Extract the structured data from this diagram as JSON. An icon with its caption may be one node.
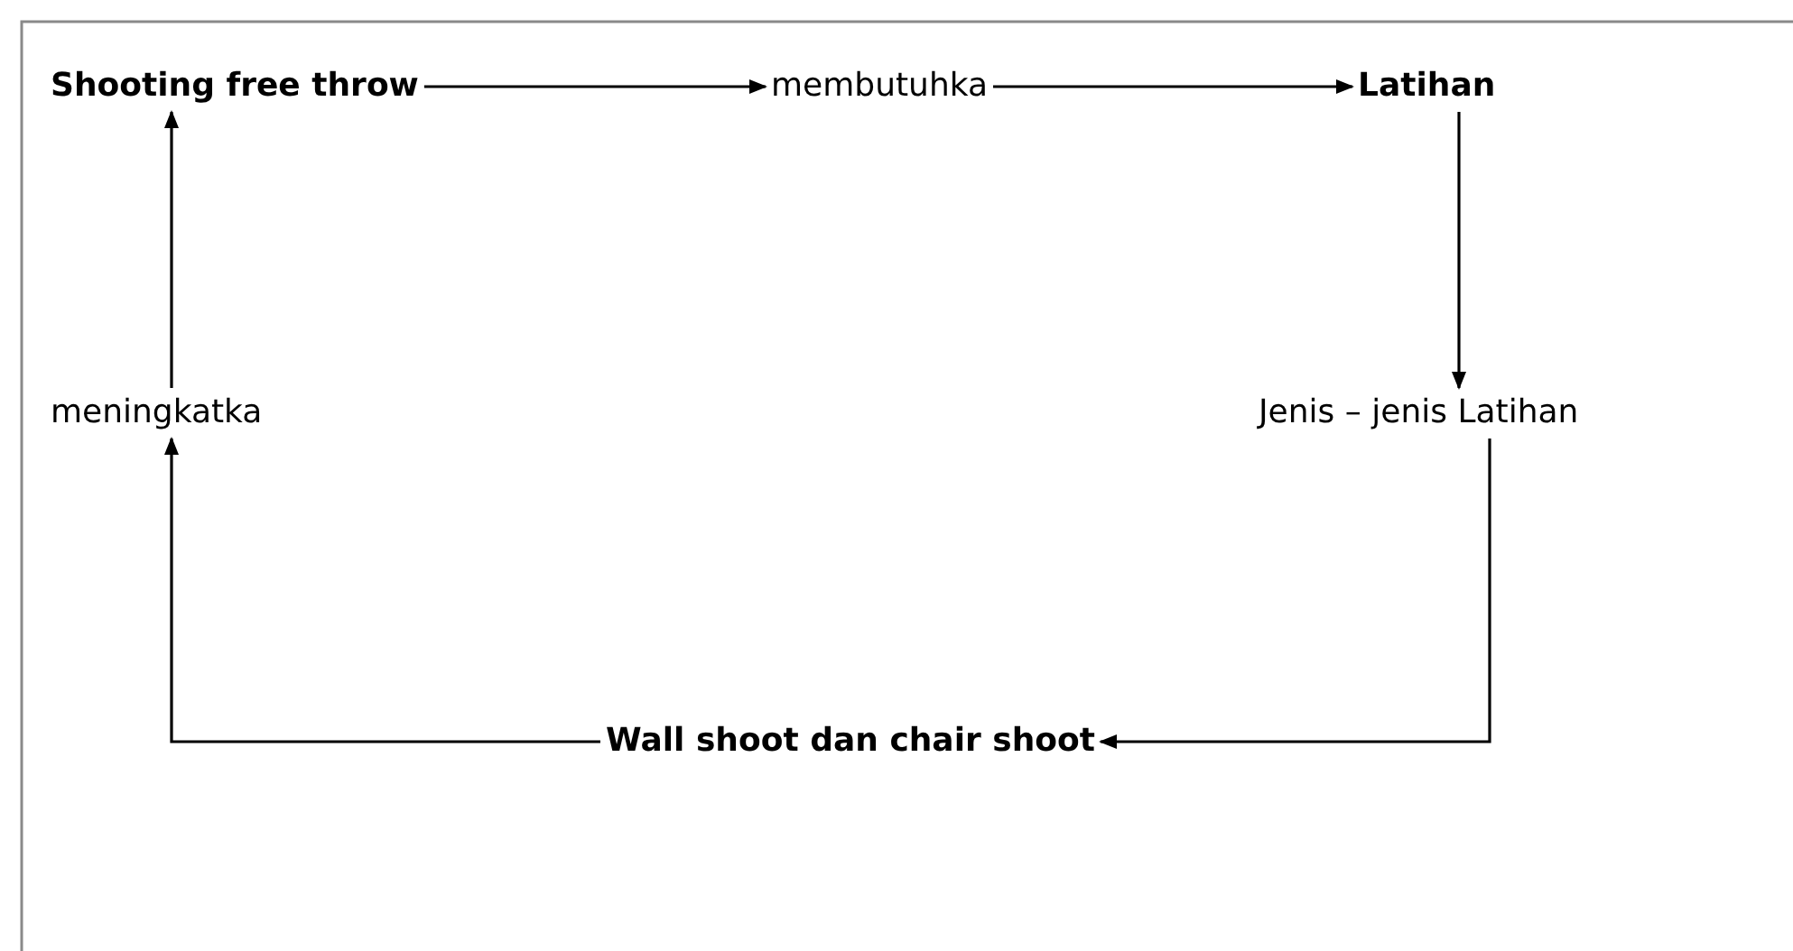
{
  "diagram": {
    "nodes": [
      {
        "text": [
          "Shooting free throw"
        ]
      },
      {
        "text": [
          "membutuhka"
        ]
      },
      {
        "text": [
          "Latihan"
        ]
      },
      {
        "text": [
          "Jenis – jenis Latihan"
        ]
      },
      {
        "text": [
          "Wall shoot dan chair shoot"
        ]
      },
      {
        "text": [
          "meningkatka"
        ]
      }
    ],
    "edges": [
      {
        "from": 0,
        "to": 1,
        "arrow": "to"
      },
      {
        "from": 1,
        "to": 2,
        "arrow": "to"
      },
      {
        "from": 2,
        "to": 3,
        "arrow": "to"
      },
      {
        "from": 3,
        "to": 4,
        "arrow": "to"
      },
      {
        "from": 4,
        "to": 5,
        "arrow": "to"
      },
      {
        "from": 5,
        "to": 0,
        "arrow": "to"
      }
    ]
  }
}
